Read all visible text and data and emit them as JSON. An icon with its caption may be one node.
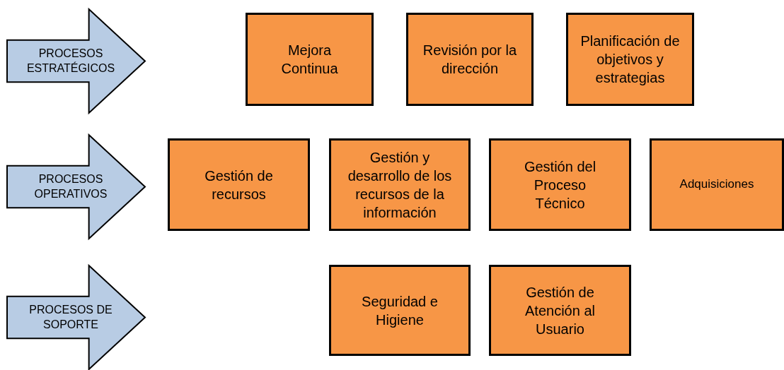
{
  "diagram": {
    "nodes": [
      {
        "text": [
          "PROCESOS ESTRATÉGICOS"
        ]
      },
      {
        "text": [
          "Mejora Continua"
        ]
      },
      {
        "text": [
          "Revisión por la dirección"
        ]
      },
      {
        "text": [
          "Planificación de objetivos y estrategias"
        ]
      },
      {
        "text": [
          "PROCESOS OPERATIVOS"
        ]
      },
      {
        "text": [
          "Gestión de recursos"
        ]
      },
      {
        "text": [
          "Gestión y desarrollo de los recursos de la información"
        ]
      },
      {
        "text": [
          "Gestión del Proceso Técnico"
        ]
      },
      {
        "text": [
          "Adquisiciones"
        ]
      },
      {
        "text": [
          "PROCESOS DE SOPORTE"
        ]
      },
      {
        "text": [
          "Seguridad e Higiene"
        ]
      },
      {
        "text": [
          "Gestión de Atención al Usuario"
        ]
      }
    ]
  }
}
